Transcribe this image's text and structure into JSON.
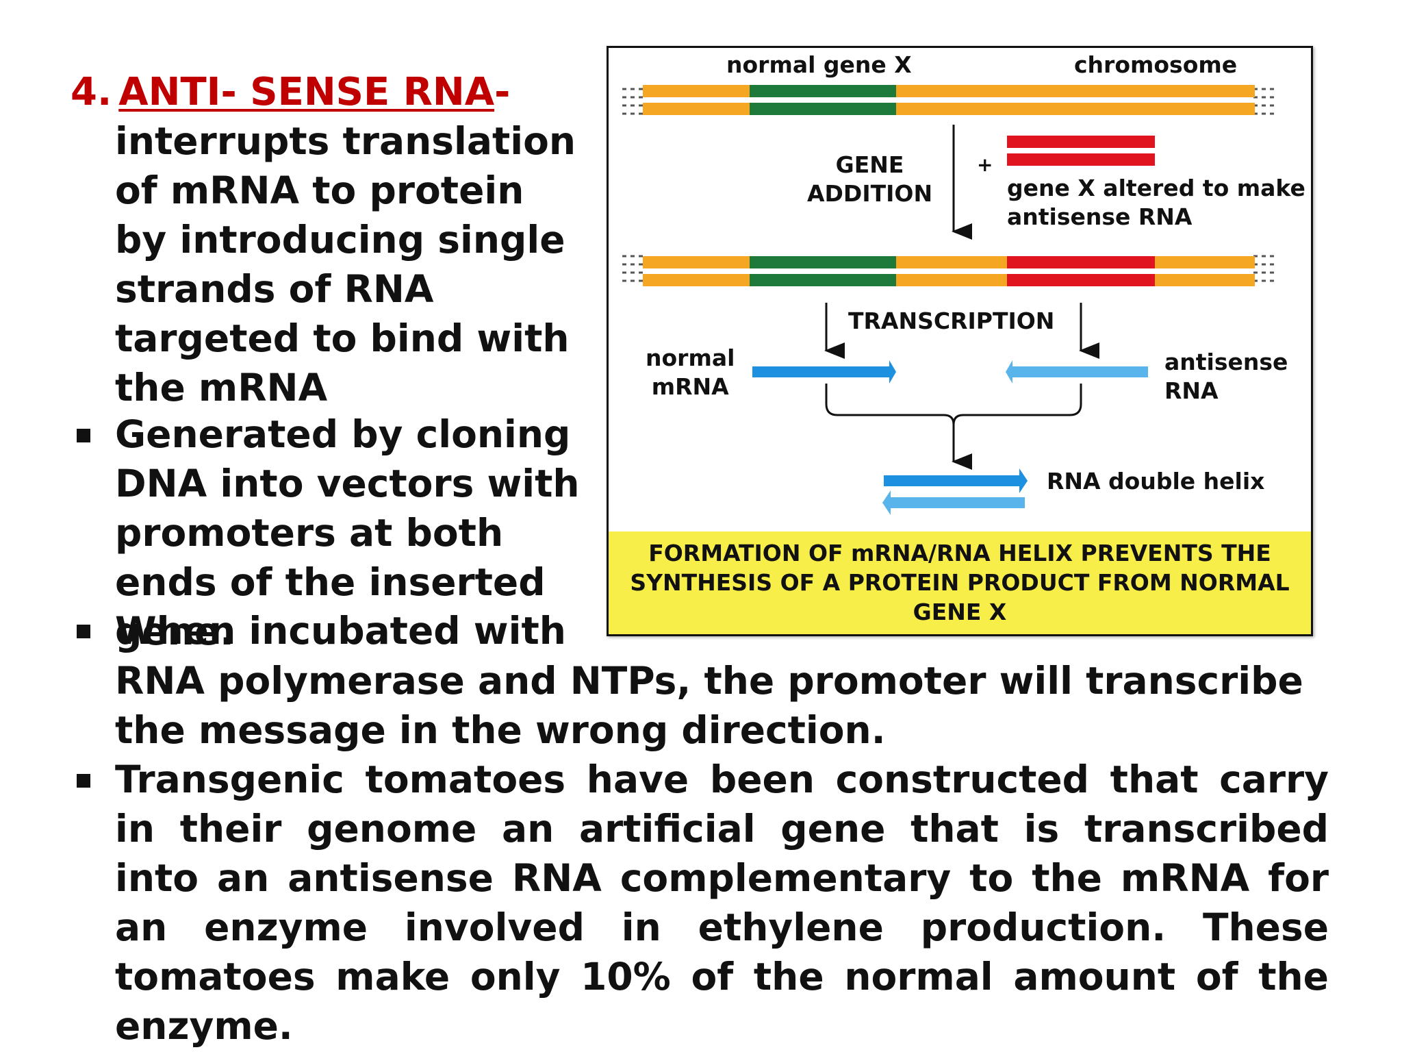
{
  "heading": {
    "number": "4.",
    "title": "ANTI- SENSE RNA",
    "dash": "-"
  },
  "intro_text": "interrupts translation of mRNA to protein by introducing single strands of RNA targeted to bind with the mRNA",
  "bullets": [
    "Generated by cloning DNA into vectors with promoters at both ends of the inserted gene.",
    "When incubated with RNA polymerase and NTPs, the promoter will transcribe the message in the wrong direction.",
    "Transgenic tomatoes have been constructed that carry in their genome an artificial gene that is transcribed into an antisense RNA complementary to the mRNA for an enzyme involved in ethylene production. These tomatoes make only 10% of the normal amount of the enzyme."
  ],
  "bullet2_parts": {
    "first_line": "When incubated with",
    "rest": "RNA polymerase and NTPs, the promoter will transcribe the message in the wrong direction."
  },
  "figure": {
    "label_normal_gene": "normal gene X",
    "label_chromosome": "chromosome",
    "label_gene_addition": "GENE\nADDITION",
    "label_plus": "+",
    "label_gene_altered": "gene X altered to make\nantisense RNA",
    "label_transcription": "TRANSCRIPTION",
    "label_normal_mrna": "normal\nmRNA",
    "label_antisense_rna": "antisense\nRNA",
    "label_double_helix": "RNA double helix",
    "caption": "FORMATION OF mRNA/RNA HELIX PREVENTS THE SYNTHESIS OF A PROTEIN PRODUCT FROM NORMAL GENE X",
    "colors": {
      "chromosome": "#f5a623",
      "normal_gene": "#1e7a3a",
      "antisense_gene": "#e0141e",
      "mrna_arrow": "#1e90e0",
      "antisense_arrow": "#5ab4ec",
      "caption_bg": "#f7ee4a"
    }
  }
}
